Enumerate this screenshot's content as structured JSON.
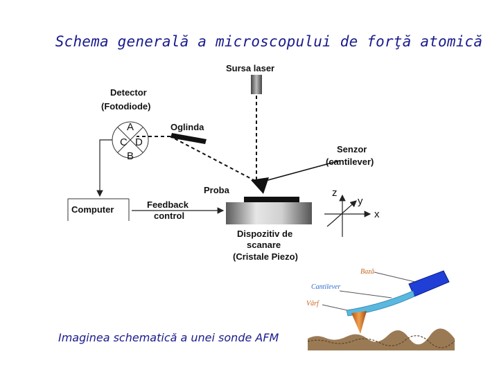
{
  "title": "Schema generală a microscopului de forţă atomică",
  "caption": "Imaginea schematică a unei sonde AFM",
  "labels": {
    "laser": "Sursa laser",
    "detector_line1": "Detector",
    "detector_line2": "(Fotodiode)",
    "diode_a": "A",
    "diode_b": "B",
    "diode_c": "C",
    "diode_d": "D",
    "mirror": "Oglinda",
    "sensor_line1": "Senzor",
    "sensor_line2": "(cantilever)",
    "sample": "Proba",
    "computer": "Computer",
    "feedback_line1": "Feedback",
    "feedback_line2": "control",
    "scanner_line1": "Dispozitiv de",
    "scanner_line2": "scanare",
    "scanner_line3": "(Cristale Piezo)",
    "axis_z": "z",
    "axis_y": "y",
    "axis_x": "x"
  },
  "probe_labels": {
    "base": "Bază",
    "cantilever": "Cantilever",
    "tip": "Vârf"
  },
  "colors": {
    "title": "#1a1a8c",
    "probe_base": "#1f3fd6",
    "cantilever": "#5ab8e0",
    "tip": "#d7701c",
    "probe_label_blue": "#2e6bd0",
    "probe_label_orange": "#c8641c",
    "surface": "#9a7a55"
  }
}
